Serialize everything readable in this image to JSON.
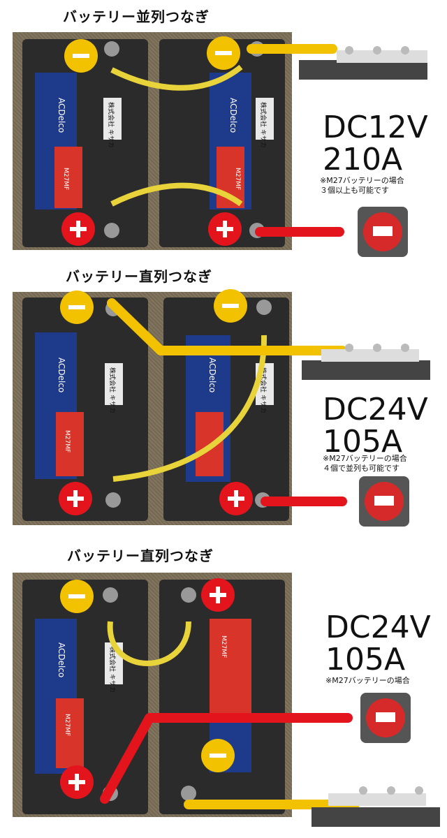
{
  "panels": [
    {
      "title": "バッテリー並列つなぎ",
      "voltage": "DC12V",
      "current": "210A",
      "note_line1": "※M27バッテリーの場合",
      "note_line2": "３個以上も可能です"
    },
    {
      "title": "バッテリー直列つなぎ",
      "voltage": "DC24V",
      "current": "105A",
      "note_line1": "※M27バッテリーの場合",
      "note_line2": "４個で並列も可能です"
    },
    {
      "title": "バッテリー直列つなぎ",
      "voltage": "DC24V",
      "current": "105A",
      "note_line1": "※M27バッテリーの場合"
    }
  ],
  "battery_label": {
    "brand": "ACDelco",
    "model": "M27MF",
    "maker": "株式会社 キサカ"
  },
  "colors": {
    "negative": "#f2c200",
    "positive": "#e3141b",
    "cable_yellow": "#e8d43a",
    "battery_body": "#2b2b2b",
    "label_blue": "#1e3a8a",
    "label_red": "#d8342a"
  }
}
